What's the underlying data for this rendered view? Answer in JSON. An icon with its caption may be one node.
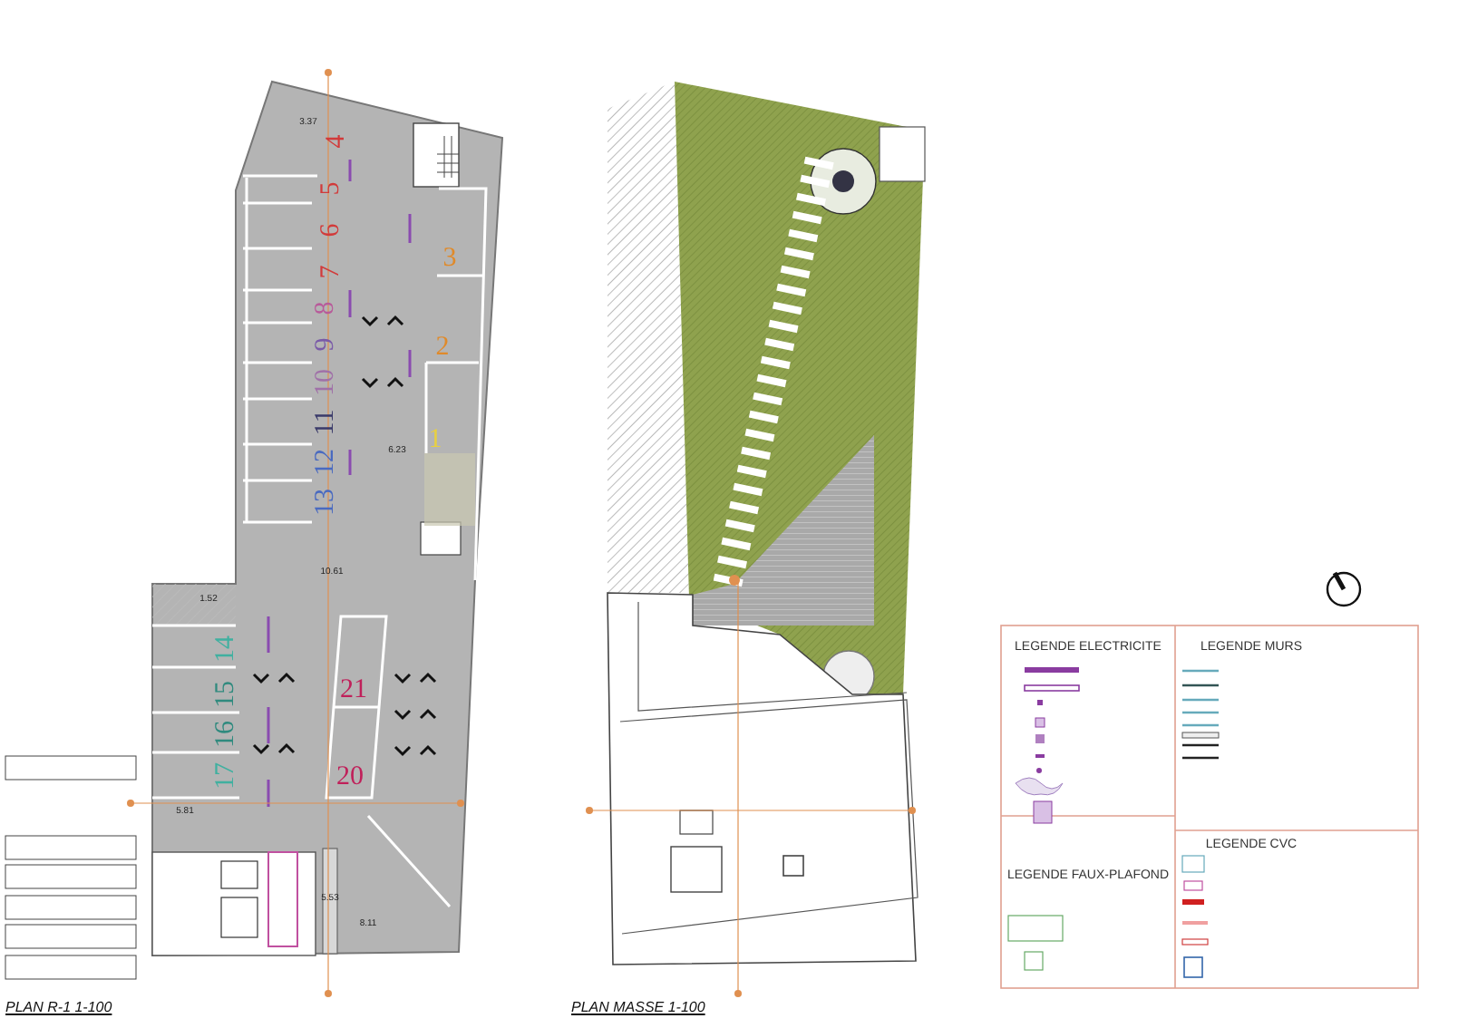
{
  "diagram": {
    "labels": [
      "3.37",
      "4",
      "5",
      "6",
      "3",
      "7",
      "8",
      "9",
      "2",
      "10",
      "11",
      "6.23",
      "1",
      "12",
      "13",
      "10.61",
      "1.52",
      "14",
      "15",
      "21",
      "16",
      "17",
      "20",
      "5.81",
      "5.53",
      "8.11",
      "LEGENDE ELECTRICITE",
      "LEGENDE MURS",
      "LEGENDE CVC",
      "LEGENDE FAUX-PLAFOND",
      "PLAN R-1 1-100",
      "PLAN MASSE 1-100"
    ]
  }
}
